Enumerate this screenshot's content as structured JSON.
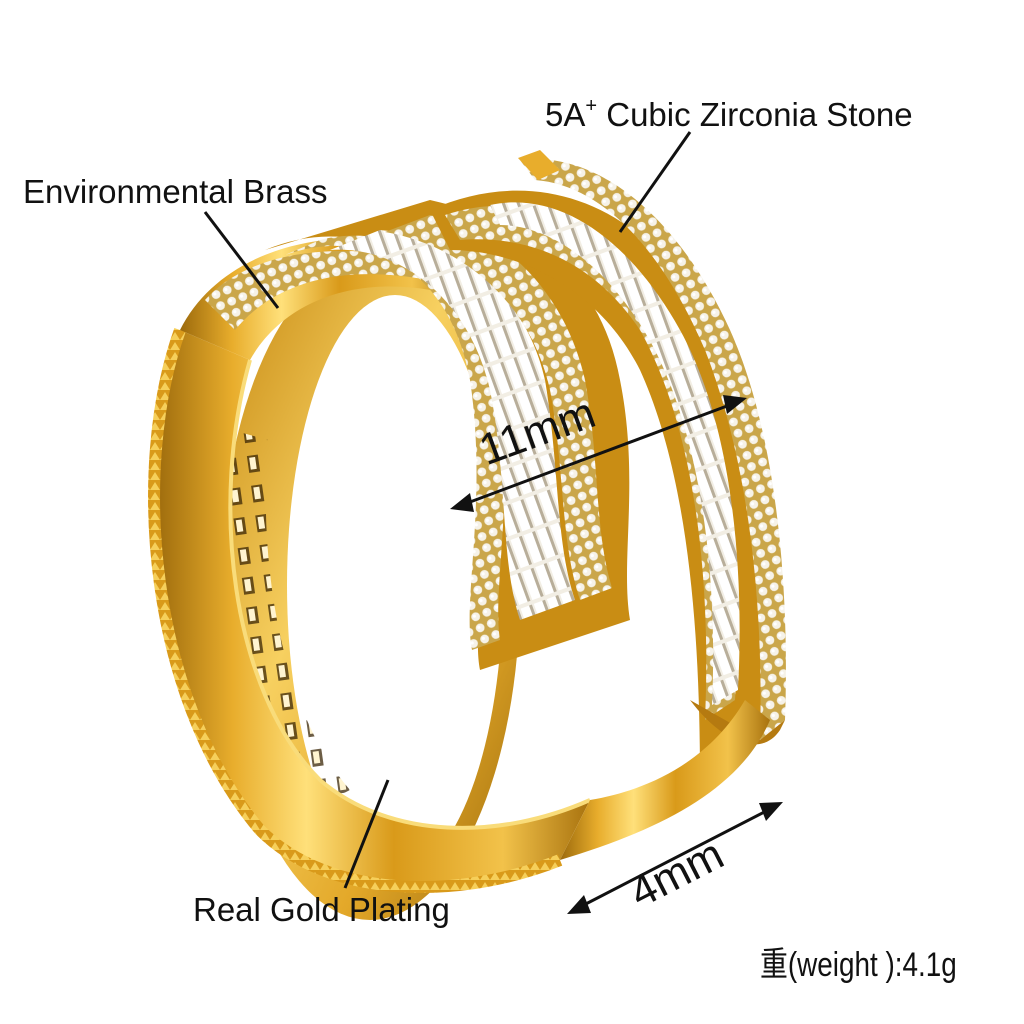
{
  "labels": {
    "stone": "5A",
    "stone_sup": "+",
    "stone_rest": " Cubic Zirconia Stone",
    "brass": "Environmental Brass",
    "plating": "Real Gold Plating",
    "width_top": "11mm",
    "width_band": "4mm",
    "weight": "重(weight ):4.1g"
  },
  "colors": {
    "gold_dark": "#8a5a08",
    "gold_mid": "#d99a1a",
    "gold_light": "#f6cf5a",
    "gold_highlight": "#fff0a8",
    "stone": "#f4f1ea",
    "stone_shade": "#b9b2a4"
  }
}
